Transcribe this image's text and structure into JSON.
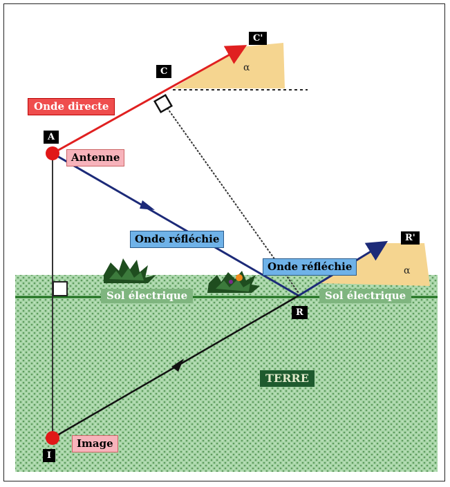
{
  "points": {
    "A": "A",
    "C": "C",
    "C_prime": "C'",
    "R": "R",
    "R_prime": "R'",
    "I": "I"
  },
  "labels": {
    "onde_directe": "Onde directe",
    "antenne": "Antenne",
    "onde_reflechie_1": "Onde réfléchie",
    "onde_reflechie_2": "Onde réfléchie",
    "sol_electrique_1": "Sol électrique",
    "sol_electrique_2": "Sol électrique",
    "terre": "TERRE",
    "image": "Image",
    "alpha_1": "α",
    "alpha_2": "α"
  },
  "colors": {
    "direct_wave": "#e02020",
    "reflected_wave": "#1c2a78",
    "ground_line": "#1b6e1b",
    "ground_fill": "#8fc88f",
    "angle_fill": "#f5d590",
    "antenna_dot": "#e01818"
  }
}
